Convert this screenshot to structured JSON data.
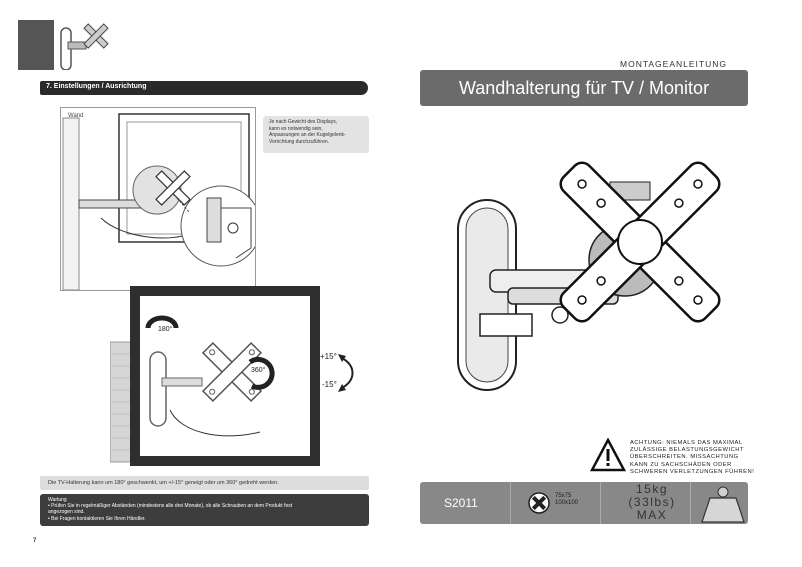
{
  "left_page": {
    "section_title": "7. Einstellungen / Ausrichtung",
    "wall_label": "Wand",
    "note_lines": [
      "Je nach Gewicht des Displays,",
      "kann es notwendig sein,",
      "Anpassungen an der Kugelgelenk-",
      "Vorrichtung durchzuführen."
    ],
    "rotation_top": "180°",
    "rotation_plate": "360°",
    "tilt_up": "+15°",
    "tilt_down": "-15°",
    "caption": "Die TV-Halterung kann um 180° geschwenkt, um +/-15° geneigt oder um 360° gedreht werden.",
    "warning": {
      "heading": "Wartung",
      "lines": [
        "• Prüfen Sie in regelmäßiger Abständen (mindestens alle drei Monate), ob alle Schrauben an dem Produkt fest",
        "  angezogen sind.",
        "• Bei Fragen kontaktieren Sie Ihren Händler."
      ]
    },
    "page_number": "7"
  },
  "right_page": {
    "header": "MONTAGEANLEITUNG",
    "title": "Wandhalterung für TV / Monitor",
    "warning_lines": [
      "ACHTUNG: NIEMALS DAS MAXIMAL",
      "ZULÄSSIGE BELASTUNGSGEWICHT",
      "ÜBERSCHREITEN. MISSACHTUNG",
      "KANN ZU SACHSCHÄDEN ODER",
      "SCHWEREN VERLETZUNGEN FÜHREN!"
    ],
    "model": "S2011",
    "vesa_lines": [
      "75x75",
      "100x100"
    ],
    "weight_lines": [
      "15kg",
      "(33lbs)",
      "MAX"
    ]
  },
  "colors": {
    "title_bar": "#6b6b6b",
    "section_bar": "#2a2a2a",
    "spec_bar": "#888888",
    "warn_box": "#3d3d3d"
  }
}
